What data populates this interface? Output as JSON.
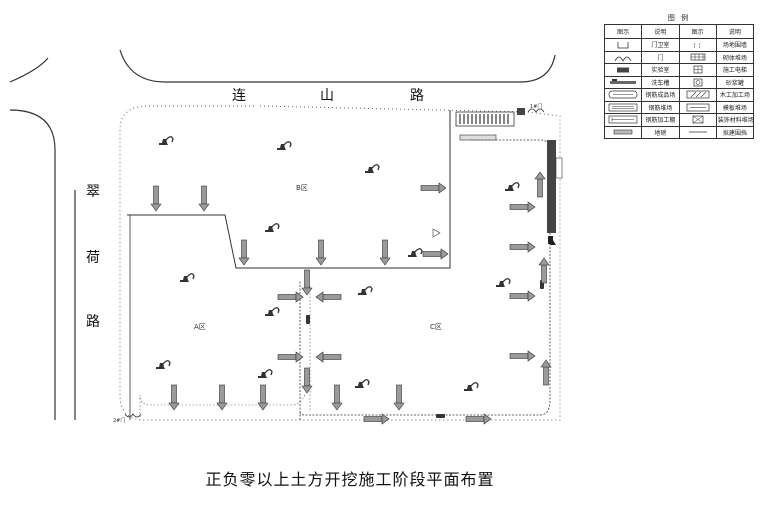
{
  "legend": {
    "title": "图 例",
    "col_symbol": "图示",
    "col_desc": "说明",
    "items": [
      {
        "icon": "guard-room-icon",
        "label": "门卫室"
      },
      {
        "icon": "site-fence-icon",
        "label": "场地围墙"
      },
      {
        "icon": "gate-icon",
        "label": "门"
      },
      {
        "icon": "brick-yard-icon",
        "label": "砌体堆场"
      },
      {
        "icon": "lab-icon",
        "label": "实验室"
      },
      {
        "icon": "hoist-icon",
        "label": "施工电梯"
      },
      {
        "icon": "wash-pool-icon",
        "label": "洗车槽"
      },
      {
        "icon": "sand-tank-icon",
        "label": "砂浆罐"
      },
      {
        "icon": "rebar-product-icon",
        "label": "钢筋成品场"
      },
      {
        "icon": "carpentry-icon",
        "label": "木工加工场"
      },
      {
        "icon": "rebar-yard-icon",
        "label": "钢筋堆场"
      },
      {
        "icon": "formwork-icon",
        "label": "模板堆场"
      },
      {
        "icon": "rebar-shed-icon",
        "label": "钢筋加工棚"
      },
      {
        "icon": "decor-material-icon",
        "label": "装饰材料堆场"
      },
      {
        "icon": "weighbridge-icon",
        "label": "地磅"
      },
      {
        "icon": "planned-fence-icon",
        "label": "拟建围挡"
      }
    ]
  },
  "roads": {
    "top_chars": [
      "连",
      "山",
      "路"
    ],
    "left_chars": [
      "翠",
      "荷",
      "路"
    ]
  },
  "zones": {
    "a": "A区",
    "b": "B区",
    "c": "C区"
  },
  "gates": {
    "gate1": "1#门",
    "gate2": "2#门"
  },
  "caption": "正负零以上土方开挖施工阶段平面布置",
  "colors": {
    "line": "#333333",
    "arrow_fill": "#9a9a9a",
    "dark": "#444444"
  }
}
